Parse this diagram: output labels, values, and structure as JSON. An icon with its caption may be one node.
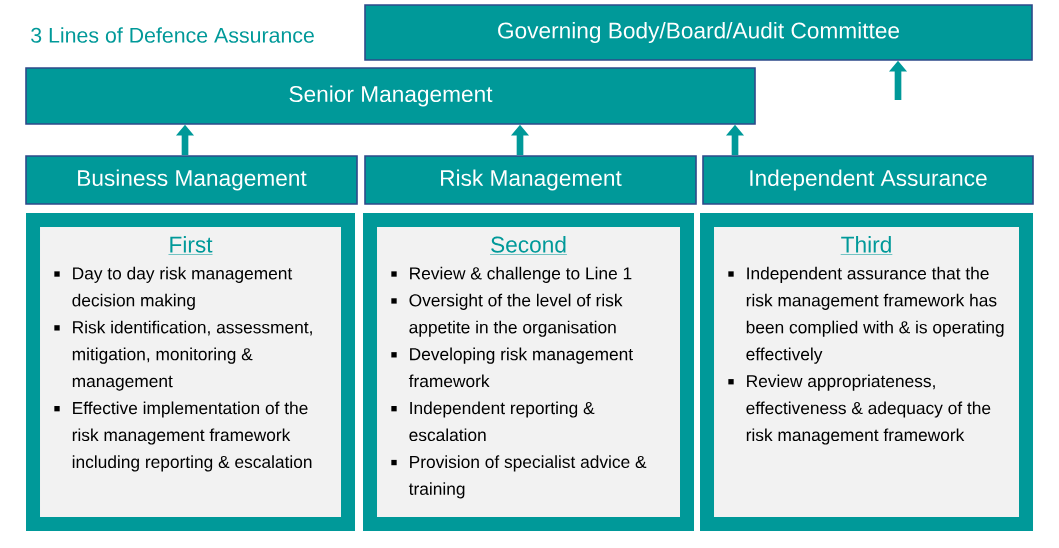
{
  "diagram": {
    "title": "3 Lines of Defence Assurance",
    "nodes": [
      {
        "text": [
          "Governing Body/Board/Audit Committee"
        ]
      },
      {
        "text": [
          "Senior Management"
        ]
      },
      {
        "text": [
          "Business Management"
        ]
      },
      {
        "text": [
          "Risk Management"
        ]
      },
      {
        "text": [
          "Independent Assurance"
        ]
      },
      {
        "text": [
          "First",
          "Day to day risk management decision making",
          "Risk identification, assessment, mitigation, monitoring & management",
          "Effective implementation of the risk management framework including reporting & escalation"
        ]
      },
      {
        "text": [
          "Second",
          "Review & challenge to Line 1",
          "Oversight of the level of risk appetite in the organisation",
          "Developing risk management framework",
          "Independent reporting & escalation",
          "Provision of specialist advice & training"
        ]
      },
      {
        "text": [
          "Third",
          "Independent assurance that the risk management framework has been complied with & is operating effectively",
          "Review appropriateness, effectiveness & adequacy of the risk management framework"
        ]
      }
    ],
    "edges": [
      {
        "from": 2,
        "to": 1,
        "arrow": "to"
      },
      {
        "from": 3,
        "to": 1,
        "arrow": "to"
      },
      {
        "from": 4,
        "to": 1,
        "arrow": "to"
      },
      {
        "from": null,
        "to": 0,
        "arrow": "to"
      }
    ]
  }
}
